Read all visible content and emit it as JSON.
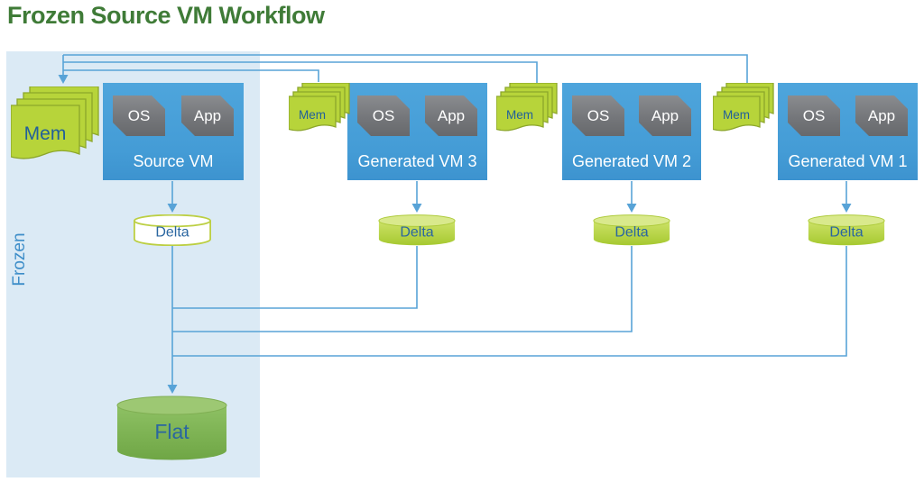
{
  "title": "Frozen Source VM Workflow",
  "region": {
    "label": "Frozen"
  },
  "vms": [
    {
      "name": "source-vm",
      "label": "Source VM",
      "os_label": "OS",
      "app_label": "App",
      "mem_label": "Mem",
      "delta_label": "Delta"
    },
    {
      "name": "generated-vm-3",
      "label": "Generated VM 3",
      "os_label": "OS",
      "app_label": "App",
      "mem_label": "Mem",
      "delta_label": "Delta"
    },
    {
      "name": "generated-vm-2",
      "label": "Generated VM 2",
      "os_label": "OS",
      "app_label": "App",
      "mem_label": "Mem",
      "delta_label": "Delta"
    },
    {
      "name": "generated-vm-1",
      "label": "Generated VM 1",
      "os_label": "OS",
      "app_label": "App",
      "mem_label": "Mem",
      "delta_label": "Delta"
    }
  ],
  "flat": {
    "label": "Flat"
  },
  "colors": {
    "title_green": "#3f7b37",
    "vm_blue": "#46a0d9",
    "frozen_region_blue": "#dbeaf5",
    "frozen_label_blue": "#3e8ec9",
    "connector_blue": "#58a3d7",
    "mem_green": "#b7d43a",
    "delta_green": "#b0d13c",
    "flat_green": "#7db356",
    "chip_gray": "#74767a",
    "diagram_text_blue": "#2a66a0"
  }
}
